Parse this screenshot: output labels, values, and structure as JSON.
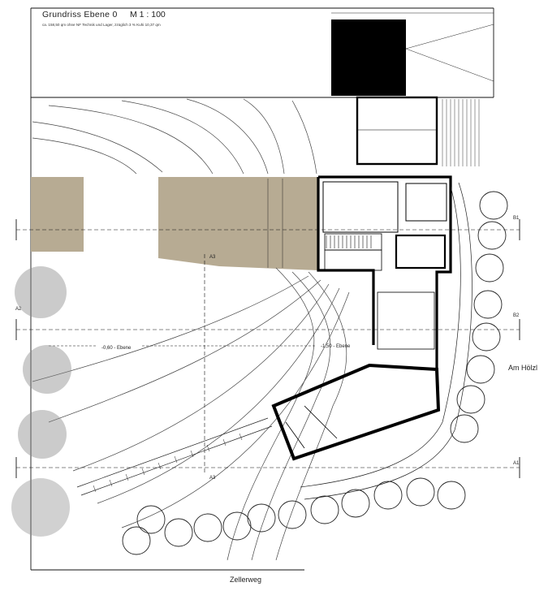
{
  "drawing": {
    "title": "Grundriss Ebene 0",
    "scale": "M 1 : 100",
    "subtitle": "ca. 158,50 qm ohne NF Technik und Lager, zzüglich 3 % Kuhi 10,37 qm"
  },
  "streets": {
    "south": "Zellerweg",
    "east": "Am Hölzl"
  },
  "section_markers": {
    "a1": "A1",
    "a2": "A2",
    "a3": "A3",
    "a3b": "A3",
    "b1": "B1",
    "b2": "B2"
  },
  "level_labels": {
    "west": "-0,60 - Ebene",
    "middle": "-1,50 - Ebene"
  },
  "colors": {
    "line": "#111111",
    "terrain_fill": "#b7ab93",
    "black_block": "#000000",
    "tree_stroke": "#222222"
  }
}
